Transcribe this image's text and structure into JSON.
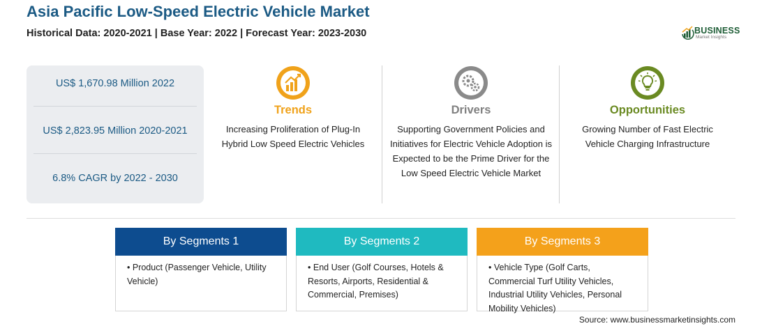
{
  "header": {
    "title": "Asia Pacific Low-Speed Electric Vehicle Market",
    "subtitle": "Historical Data: 2020-2021 | Base Year: 2022 | Forecast Year: 2023-2030"
  },
  "logo": {
    "name": "BUSINESS",
    "tagline": "Market Insights",
    "icon": "bar-chart-logo-icon",
    "color": "#1e5d36"
  },
  "stats": [
    "US$ 1,670.98 Million 2022",
    "US$ 2,823.95 Million 2020-2021",
    "6.8% CAGR by 2022 - 2030"
  ],
  "columns": {
    "trends": {
      "heading": "Trends",
      "icon": "trend-chart-icon",
      "color": "#f0a21a",
      "text": "Increasing Proliferation of Plug-In Hybrid Low Speed Electric Vehicles"
    },
    "drivers": {
      "heading": "Drivers",
      "icon": "gears-icon",
      "color": "#808080",
      "text": "Supporting Government Policies and Initiatives for Electric Vehicle Adoption is Expected to be the Prime Driver for the Low Speed Electric Vehicle Market"
    },
    "opportunities": {
      "heading": "Opportunities",
      "icon": "lightbulb-icon",
      "color": "#6a8a22",
      "text": "Growing Number of Fast Electric Vehicle Charging Infrastructure"
    }
  },
  "segments": [
    {
      "label": "By Segments 1",
      "color": "#0d4c8f",
      "item": "Product (Passenger Vehicle, Utility Vehicle)"
    },
    {
      "label": "By Segments 2",
      "color": "#1fbac0",
      "item": "End User (Golf Courses, Hotels & Resorts, Airports, Residential & Commercial, Premises)"
    },
    {
      "label": "By Segments 3",
      "color": "#f4a11b",
      "item": "Vehicle Type (Golf Carts, Commercial Turf Utility Vehicles, Industrial Utility Vehicles, Personal Mobility Vehicles)"
    }
  ],
  "footer": {
    "source": "Source: www.businessmarketinsights.com"
  }
}
